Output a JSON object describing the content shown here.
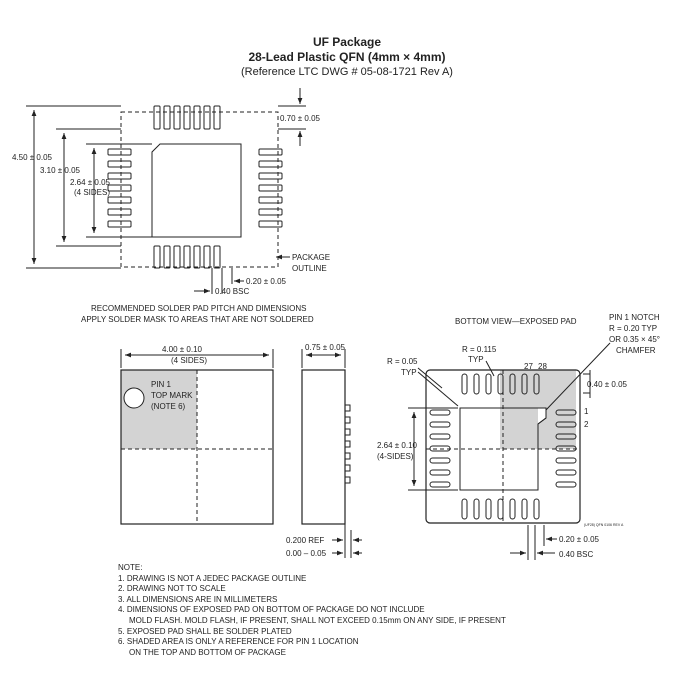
{
  "title": "UF Package",
  "subtitle": "28-Lead Plastic QFN (4mm × 4mm)",
  "reference": "(Reference LTC DWG # 05-08-1721 Rev A)",
  "footprint": {
    "dim_overall": "4.50 ± 0.05",
    "dim_inner": "3.10 ± 0.05",
    "dim_pad_size": "2.64 ± 0.05",
    "dim_pad_sides": "(4 SIDES)",
    "dim_lead_length": "0.70 ± 0.05",
    "dim_lead_width": "0.20 ± 0.05",
    "dim_pitch": "0.40 BSC",
    "package_outline_1": "PACKAGE",
    "package_outline_2": "OUTLINE",
    "caption_1": "RECOMMENDED SOLDER PAD PITCH AND DIMENSIONS",
    "caption_2": "APPLY SOLDER MASK TO AREAS THAT ARE NOT SOLDERED"
  },
  "top_view": {
    "dim_body": "4.00 ± 0.10",
    "dim_body_sides": "(4 SIDES)",
    "pin1_1": "PIN 1",
    "pin1_2": "TOP MARK",
    "pin1_3": "(NOTE 6)"
  },
  "side_view": {
    "dim_height": "0.75 ± 0.05",
    "dim_ref": "0.200 REF",
    "dim_standoff": "0.00 – 0.05"
  },
  "bottom_view": {
    "title": "BOTTOM VIEW—EXPOSED PAD",
    "notch_1": "PIN 1 NOTCH",
    "notch_2": "R = 0.20 TYP",
    "notch_3": "OR 0.35 × 45°",
    "notch_4": "CHAMFER",
    "r_corner_1": "R = 0.05",
    "r_corner_2": "TYP",
    "r_lead_1": "R = 0.115",
    "r_lead_2": "TYP",
    "pin_27": "27",
    "pin_28": "28",
    "pin_1": "1",
    "pin_2": "2",
    "dim_lead_len": "0.40 ± 0.05",
    "dim_pad": "2.64 ± 0.10",
    "dim_pad_sides": "(4-SIDES)",
    "dim_lead_w": "0.20 ± 0.05",
    "dim_pitch": "0.40 BSC",
    "code": "(UF28) QFN 0106 REV A"
  },
  "notes": {
    "heading": "NOTE:",
    "lines": [
      "1. DRAWING IS NOT A JEDEC PACKAGE OUTLINE",
      "2. DRAWING NOT TO SCALE",
      "3. ALL DIMENSIONS ARE IN MILLIMETERS",
      "4. DIMENSIONS OF EXPOSED PAD ON BOTTOM OF PACKAGE DO NOT INCLUDE",
      "MOLD FLASH. MOLD FLASH, IF PRESENT, SHALL NOT EXCEED 0.15mm ON ANY SIDE, IF PRESENT",
      "5. EXPOSED PAD SHALL BE SOLDER PLATED",
      "6. SHADED AREA IS ONLY A REFERENCE FOR PIN 1 LOCATION",
      "ON THE TOP AND BOTTOM OF PACKAGE"
    ]
  }
}
